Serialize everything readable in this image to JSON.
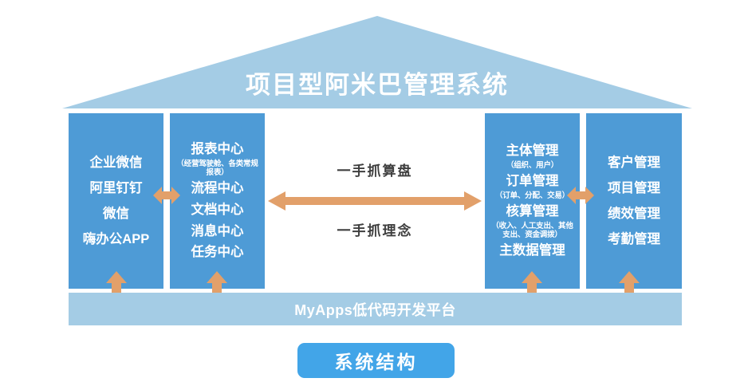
{
  "diagram": {
    "title": "项目型阿米巴管理系统",
    "colors": {
      "roof": "#a4cce5",
      "column": "#4e9bd6",
      "arrow": "#e2a06a",
      "platform": "#a4cce5",
      "caption_button": "#42a5e8",
      "center_text": "#3f3f3f"
    },
    "columns": [
      {
        "name": "front-end-channels",
        "items": [
          {
            "main": "企业微信",
            "sub": ""
          },
          {
            "main": "阿里钉钉",
            "sub": ""
          },
          {
            "main": "微信",
            "sub": ""
          },
          {
            "main": "嗨办公APP",
            "sub": ""
          }
        ]
      },
      {
        "name": "center-services",
        "items": [
          {
            "main": "报表中心",
            "sub": "（经营驾驶舱、各类常规报表）"
          },
          {
            "main": "流程中心",
            "sub": ""
          },
          {
            "main": "文档中心",
            "sub": ""
          },
          {
            "main": "消息中心",
            "sub": ""
          },
          {
            "main": "任务中心",
            "sub": ""
          }
        ]
      },
      {
        "name": "core-management",
        "items": [
          {
            "main": "主体管理",
            "sub": "（组织、用户）"
          },
          {
            "main": "订单管理",
            "sub": "（订单、分配、交易）"
          },
          {
            "main": "核算管理",
            "sub": "（收入、人工支出、其他支出、资金调拨）"
          },
          {
            "main": "主数据管理",
            "sub": ""
          }
        ]
      },
      {
        "name": "business-management",
        "items": [
          {
            "main": "客户管理",
            "sub": ""
          },
          {
            "main": "项目管理",
            "sub": ""
          },
          {
            "main": "绩效管理",
            "sub": ""
          },
          {
            "main": "考勤管理",
            "sub": ""
          }
        ]
      }
    ],
    "center": {
      "top_label": "一手抓算盘",
      "bottom_label": "一手抓理念"
    },
    "platform": {
      "label": "MyApps低代码开发平台"
    },
    "caption": {
      "label": "系统结构"
    },
    "icons": {
      "double_arrow_horizontal": "double-arrow-horizontal-icon",
      "arrow_up": "arrow-up-icon"
    }
  }
}
